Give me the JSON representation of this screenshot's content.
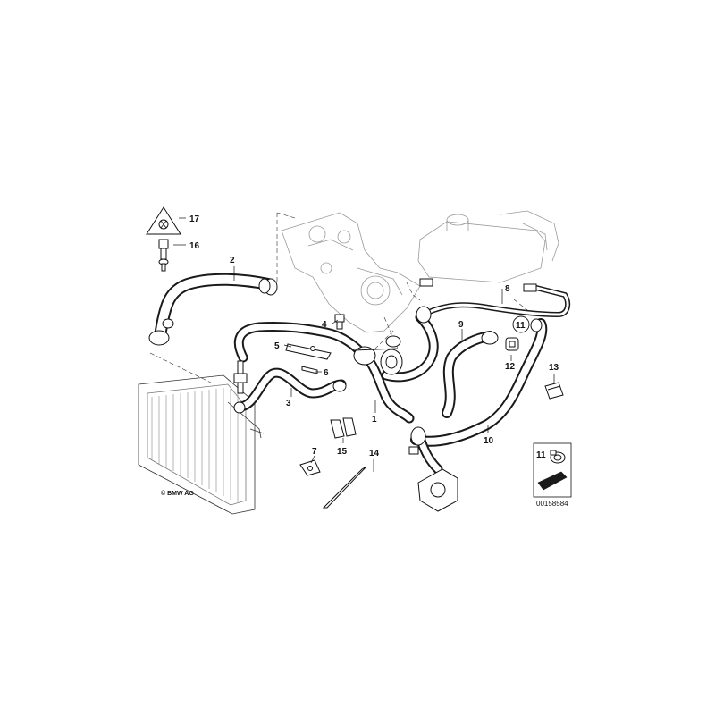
{
  "diagram": {
    "callouts": [
      {
        "id": "17",
        "text": "17"
      },
      {
        "id": "16",
        "text": "16"
      },
      {
        "id": "2",
        "text": "2"
      },
      {
        "id": "4",
        "text": "4"
      },
      {
        "id": "5",
        "text": "5"
      },
      {
        "id": "6",
        "text": "6"
      },
      {
        "id": "3",
        "text": "3"
      },
      {
        "id": "1",
        "text": "1"
      },
      {
        "id": "8",
        "text": "8"
      },
      {
        "id": "9",
        "text": "9"
      },
      {
        "id": "11",
        "text": "11"
      },
      {
        "id": "12",
        "text": "12"
      },
      {
        "id": "13",
        "text": "13"
      },
      {
        "id": "10",
        "text": "10"
      },
      {
        "id": "7",
        "text": "7"
      },
      {
        "id": "15",
        "text": "15"
      },
      {
        "id": "14",
        "text": "14"
      }
    ],
    "legend_box_number": "11",
    "copyright": "© BMW AG",
    "drawing_number": "00158584",
    "colors": {
      "line": "#111111",
      "hose": "#1a1a1a",
      "fill": "#ffffff",
      "ghost": "#9a9a9a"
    }
  }
}
